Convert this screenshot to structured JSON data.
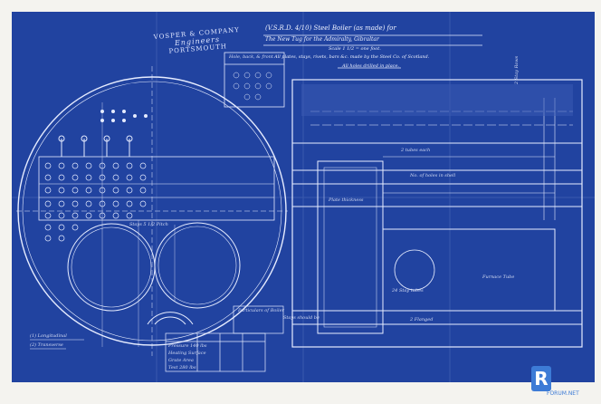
{
  "stamp": {
    "line1": "VOSPER & COMPANY",
    "line2": "Engineers",
    "line3": "PORTSMOUTH"
  },
  "title": {
    "line1": "(V.S.R.D. 4/10)  Steel Boiler (as made) for",
    "line2": "The New Tug for the Admiralty, Gibraltar",
    "line3": "Scale 1 1/2 = one foot.",
    "line4": "All plates, stays, rivets, bars &c. made by the Steel Co. of Scotland.",
    "line5": "All holes drilled in place."
  },
  "notes": {
    "holes_table_label": "Hole, back, & front",
    "tube_note": "2 tubes each",
    "stay_note": "24 Stay tubes",
    "bolt_note": "No. of holes in shell",
    "plate_note": "Plate thickness",
    "stays_spacing": "Stays 5 1/2 Pitch",
    "bottom_note": "Stays should be",
    "bottom_note2": "2 Flanged",
    "small_left_1": "(1) Longitudinal",
    "small_left_2": "(2) Transverse",
    "right_note_1": "2 Stay Rows",
    "right_note_2": "Furnace Tube"
  },
  "table": {
    "header": "Particulars of Boiler",
    "rows": [
      "Pressure  140 lbs",
      "Heating Surface",
      "Grate Area",
      "Test  280 lbs"
    ]
  },
  "logo": {
    "letter": "R",
    "text": "FORUM.NET"
  },
  "colors": {
    "blueprint": "#2143a0",
    "lines": "#e6ecff",
    "paper": "#f4f3ef",
    "logo": "#3d7bd6"
  }
}
